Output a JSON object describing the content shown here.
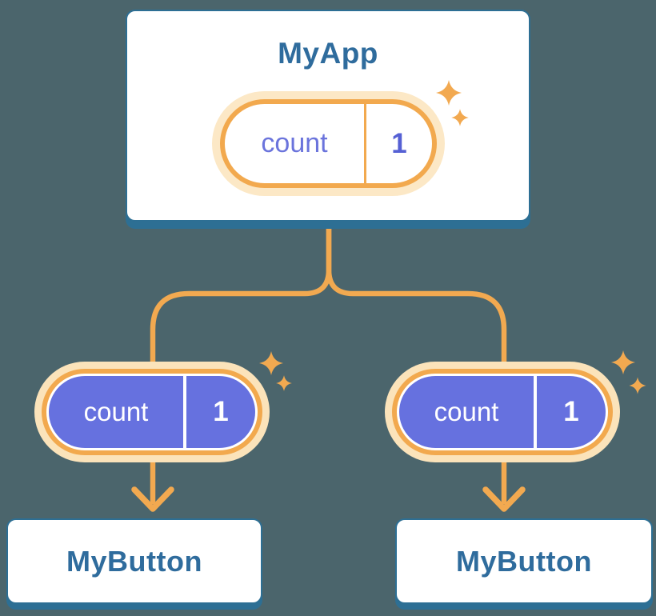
{
  "diagram": {
    "colors": {
      "background": "#4b656c",
      "orange": "#f2a94e",
      "line_orange": "#f2a950",
      "pale_orange": "#fbe3ba",
      "pale_orange_light": "#fce8c6",
      "purple": "#6671df",
      "blue_border": "#2d6f94",
      "blue_text": "#2f6c9d",
      "indigo_text": "#6b74dc",
      "indigo_value": "#5560d4",
      "white": "#ffffff"
    },
    "root": {
      "title": "MyApp",
      "state": {
        "name": "count",
        "value": "1"
      }
    },
    "children": [
      {
        "title": "MyButton",
        "prop": {
          "name": "count",
          "value": "1"
        }
      },
      {
        "title": "MyButton",
        "prop": {
          "name": "count",
          "value": "1"
        }
      }
    ],
    "icons": {
      "sparkle": "sparkle-icon (4-point star)",
      "arrow_down": "arrow-down-icon (orange chevron arrow)"
    }
  }
}
